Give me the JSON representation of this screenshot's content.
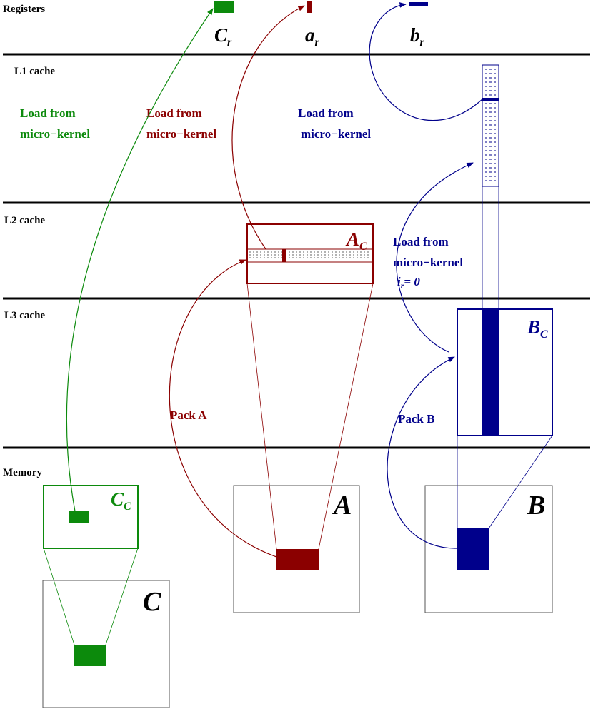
{
  "colors": {
    "green": "#0c8a0c",
    "red": "#8b0000",
    "blue": "#00008b",
    "black": "#000000",
    "gray": "#555555"
  },
  "levels": {
    "registers": "Registers",
    "l1": "L1 cache",
    "l2": "L2 cache",
    "l3": "L3 cache",
    "memory": "Memory"
  },
  "registers": {
    "c_base": "C",
    "c_sub": "r",
    "a_base": "a",
    "a_sub": "r",
    "b_base": "b",
    "b_sub": "r"
  },
  "annotations": {
    "load_green_1": "Load from",
    "load_green_2": "micro−kernel",
    "load_red_1": "Load from",
    "load_red_2": "micro−kernel",
    "load_blue_1": "Load from",
    "load_blue_2": "micro−kernel",
    "load_l2_1": "Load from",
    "load_l2_2": "micro−kernel",
    "ir_base": "i",
    "ir_sub": "r",
    "ir_rest": "= 0",
    "pack_a": "Pack A",
    "pack_b": "Pack B"
  },
  "blocks": {
    "ac_base": "A",
    "ac_sub": "C",
    "bc_base": "B",
    "bc_sub": "C",
    "cc_base": "C",
    "cc_sub": "C",
    "a_label": "A",
    "b_label": "B",
    "c_label": "C"
  }
}
